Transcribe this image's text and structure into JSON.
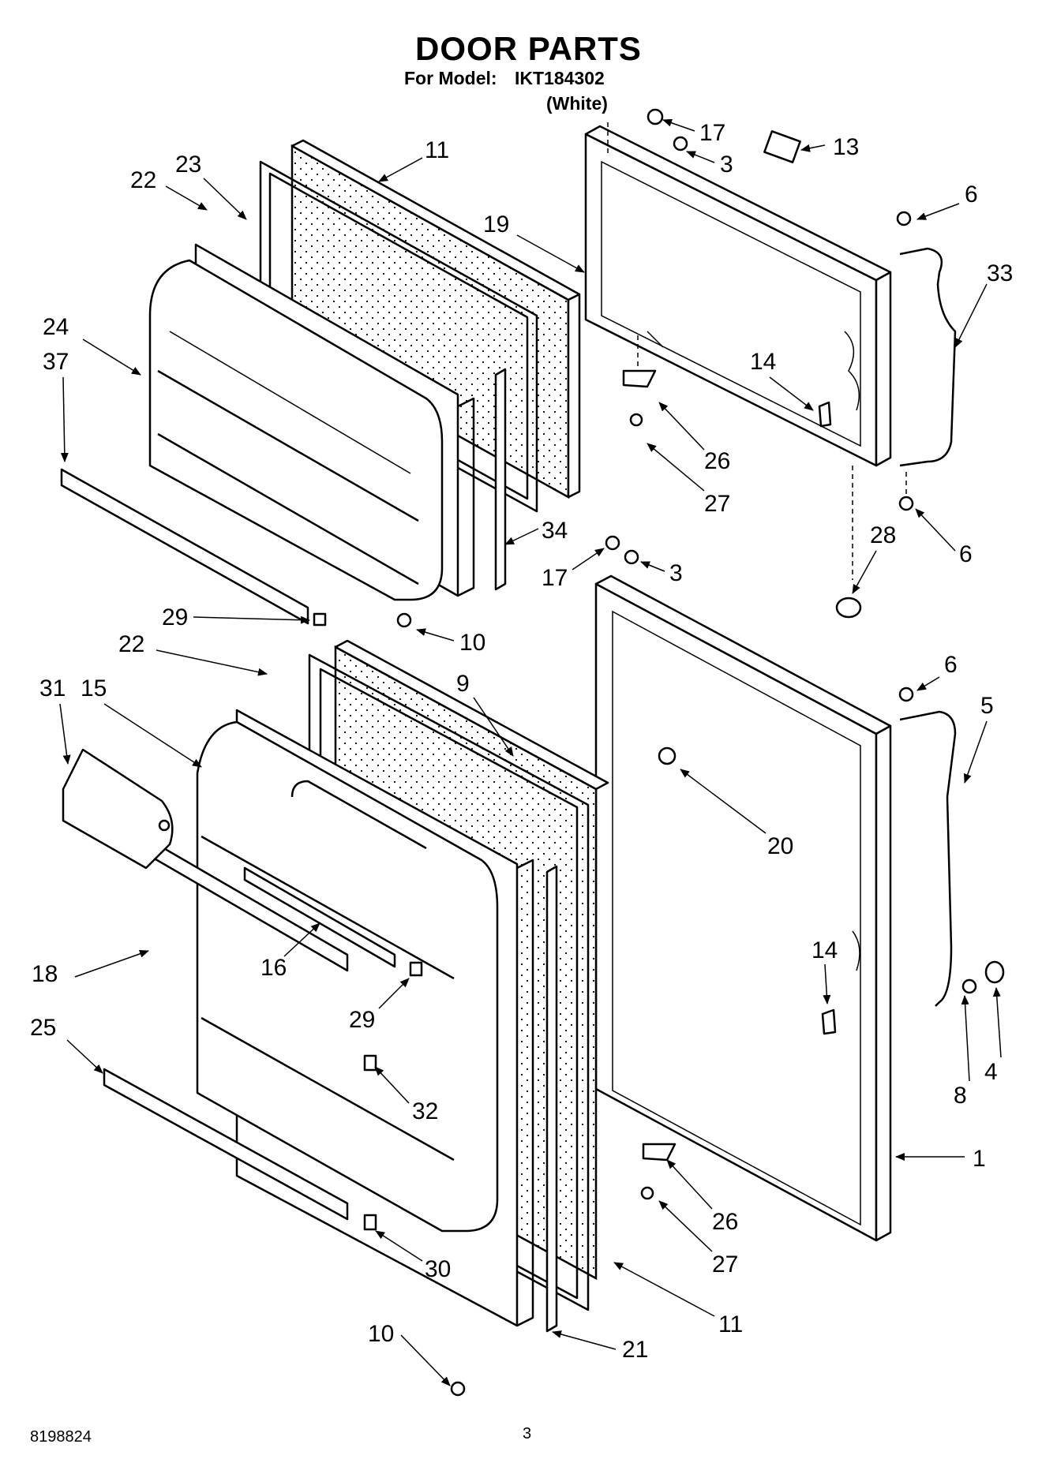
{
  "header": {
    "title": "DOOR PARTS",
    "model_label": "For Model:",
    "model_number": "IKT184302",
    "color": "(White)"
  },
  "footer": {
    "doc_number": "8198824",
    "page_number": "3"
  },
  "callouts": [
    "17",
    "3",
    "13",
    "11",
    "22",
    "23",
    "6",
    "19",
    "33",
    "24",
    "37",
    "14",
    "26",
    "27",
    "34",
    "28",
    "6",
    "17",
    "3",
    "29",
    "10",
    "22",
    "6",
    "31",
    "15",
    "9",
    "5",
    "20",
    "18",
    "16",
    "14",
    "29",
    "25",
    "8",
    "4",
    "32",
    "1",
    "26",
    "27",
    "30",
    "11",
    "10",
    "21"
  ]
}
